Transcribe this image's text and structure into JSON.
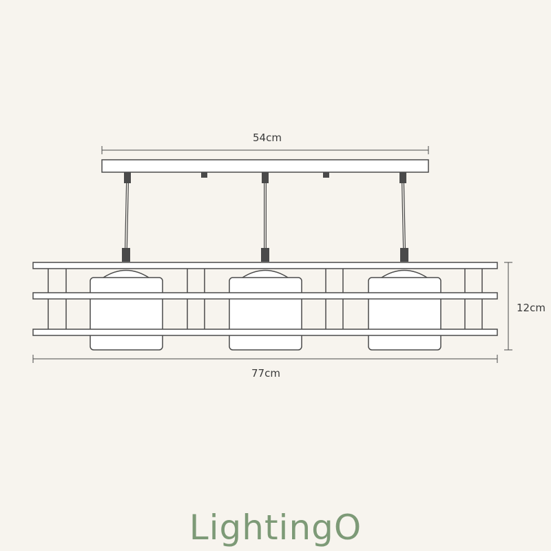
{
  "dimensions": {
    "canopy_width": "54cm",
    "fixture_width": "77cm",
    "fixture_height": "12cm"
  },
  "brand": {
    "logo_text": "LightingO"
  },
  "colors": {
    "background": "#f7f4ee",
    "line": "#4a4a4a",
    "brand": "#7d9a77"
  }
}
